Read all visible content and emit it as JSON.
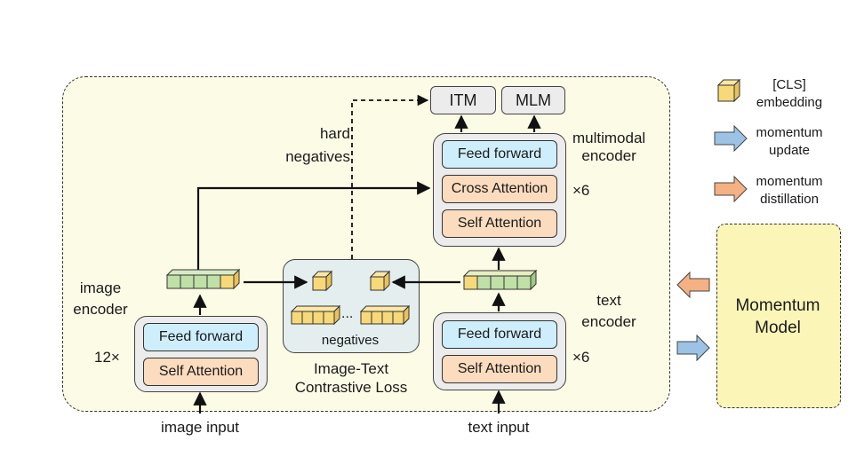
{
  "outputs": {
    "itm": "ITM",
    "mlm": "MLM"
  },
  "multimodal": {
    "label_line1": "multimodal",
    "label_line2": "encoder",
    "feed_forward": "Feed forward",
    "cross_attention": "Cross Attention",
    "self_attention": "Self Attention",
    "repeat": "×6"
  },
  "hard_negatives": {
    "line1": "hard",
    "line2": "negatives"
  },
  "image_encoder": {
    "label_line1": "image",
    "label_line2": "encoder",
    "feed_forward": "Feed forward",
    "self_attention": "Self Attention",
    "repeat": "12×",
    "input": "image input"
  },
  "text_encoder": {
    "label_line1": "text",
    "label_line2": "encoder",
    "feed_forward": "Feed forward",
    "self_attention": "Self Attention",
    "repeat": "×6",
    "input": "text input"
  },
  "itc": {
    "dots": "...",
    "negatives": "negatives",
    "caption_line1": "Image-Text",
    "caption_line2": "Contrastive Loss"
  },
  "legend": {
    "cls_line1": "[CLS]",
    "cls_line2": "embedding",
    "update_line1": "momentum",
    "update_line2": "update",
    "distill_line1": "momentum",
    "distill_line2": "distillation"
  },
  "momentum_model": {
    "line1": "Momentum",
    "line2": "Model"
  },
  "colors": {
    "feed_forward": "#cfeefc",
    "attention": "#fcdcbf",
    "image_token": "#bfe0a6",
    "cls_token": "#f7d97a",
    "momentum_update_arrow": "#9cc3e6",
    "momentum_distill_arrow": "#f4b183",
    "frame_fill": "#fcfbe6",
    "momentum_fill": "#fbf6b8"
  }
}
